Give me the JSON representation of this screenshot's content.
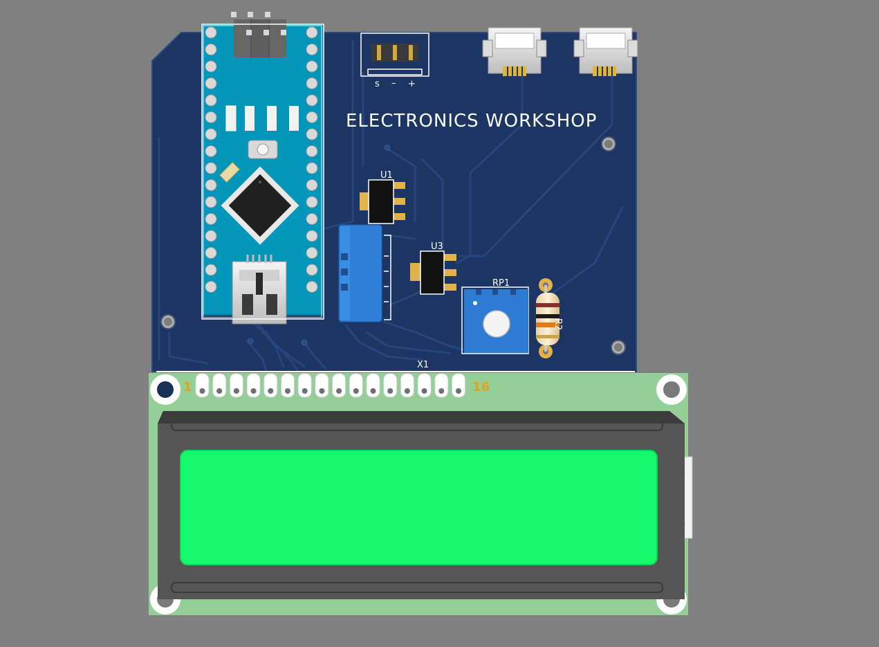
{
  "board": {
    "title": "ELECTRONICS WORKSHOP",
    "colors": {
      "background": "#808080",
      "pcb": "#1c3563",
      "lcd_pcb": "#93cf96",
      "lcd_screen": "#15fb6b",
      "nano": "#0196ba"
    }
  },
  "labels": {
    "u1": "U1",
    "u3": "U3",
    "rp1": "RP1",
    "r2": "R2",
    "x1": "X1",
    "header_s": "s",
    "header_minus": "–",
    "header_plus": "+",
    "lcd_pin_first": "1",
    "lcd_pin_last": "16"
  },
  "lcd": {
    "pin_count": 16
  }
}
